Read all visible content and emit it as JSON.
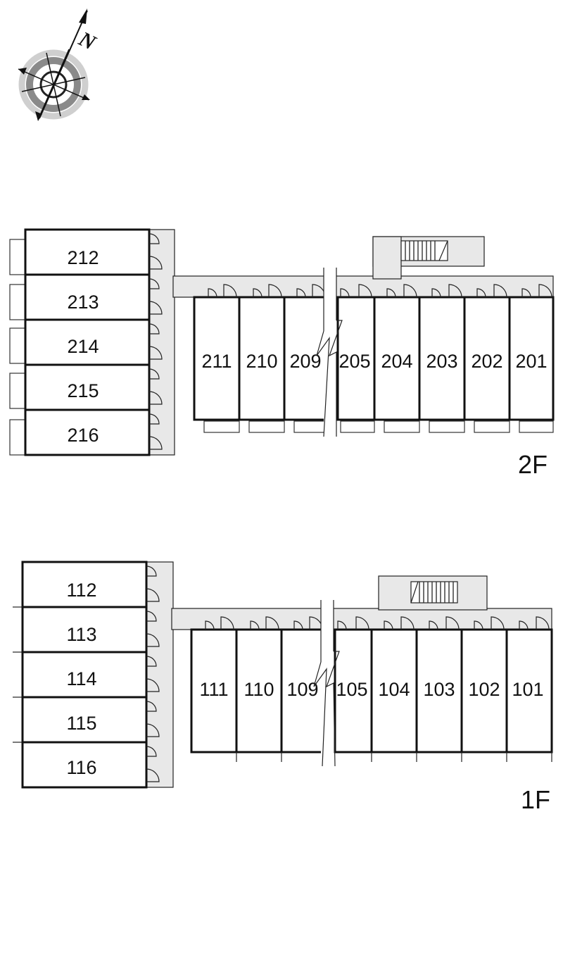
{
  "compass": {
    "north_label": "N",
    "icon": "compass-rose-icon"
  },
  "floors": [
    {
      "id": "2F",
      "label": "2F",
      "west_wing_units": [
        "212",
        "213",
        "214",
        "215",
        "216"
      ],
      "east_row_units": [
        "211",
        "210",
        "209",
        "205",
        "204",
        "203",
        "202",
        "201"
      ]
    },
    {
      "id": "1F",
      "label": "1F",
      "west_wing_units": [
        "112",
        "113",
        "114",
        "115",
        "116"
      ],
      "east_row_units": [
        "111",
        "110",
        "109",
        "105",
        "104",
        "103",
        "102",
        "101"
      ]
    }
  ],
  "icons": {
    "stairs": "stairs-icon",
    "door": "door-swing-icon",
    "break": "break-line-icon"
  }
}
